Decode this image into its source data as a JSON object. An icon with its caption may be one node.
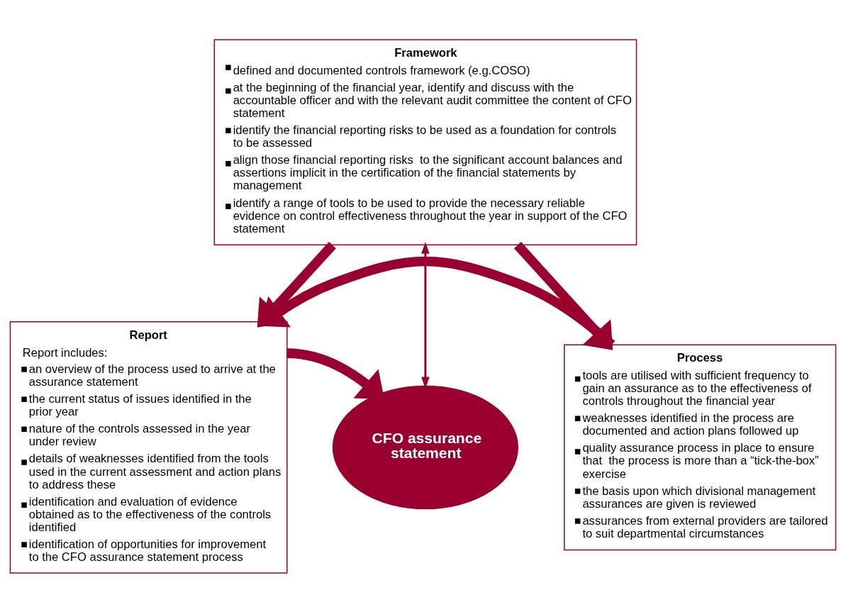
{
  "diagram": {
    "nodes": [
      {
        "text": [
          "Framework",
          "defined and documented controls framework (e.g.COSO)",
          "at the beginning of the financial year, identify and discuss with the accountable officer and with the relevant audit committee the content of CFO statement",
          "identify the financial reporting risks to be used as a foundation for controls to be assessed",
          "align those financial reporting risks  to the significant account balances and assertions implicit in the certification of the financial statements by management",
          "identify a range of tools to be used to provide the necessary reliable evidence on control effectiveness throughout the year in support of the CFO statement"
        ]
      },
      {
        "text": [
          "CFO assurance statement"
        ]
      },
      {
        "text": [
          "Report",
          "Report includes:",
          "an overview of the process used to arrive at the assurance statement",
          "the current status of issues identified in the prior year",
          "nature of the controls assessed in the year under review",
          "details of weaknesses identified from the tools used in the current assessment and action plans to address these",
          "identification and evaluation of evidence obtained as to the effectiveness of the controls identified",
          "identification of opportunities for improvement to the CFO assurance statement process"
        ]
      },
      {
        "text": [
          "Process",
          "tools are utilised with sufficient frequency to gain an assurance as to the effectiveness of controls throughout the financial year",
          "weaknesses identified in the process are documented and action plans followed up",
          "quality assurance process in place to ensure that  the process is more than a “tick-the-box” exercise",
          "the basis upon which divisional management assurances are given is reviewed",
          "assurances from external providers are tailored to suit departmental circumstances"
        ]
      }
    ],
    "edges": [
      {
        "from": 0,
        "to": 2,
        "arrow": "to"
      },
      {
        "from": 0,
        "to": 1,
        "arrow": "both"
      },
      {
        "from": 0,
        "to": 3,
        "arrow": "to"
      },
      {
        "from": 2,
        "to": 1,
        "arrow": "to"
      },
      {
        "from": 3,
        "to": 2,
        "arrow": "to"
      }
    ]
  }
}
